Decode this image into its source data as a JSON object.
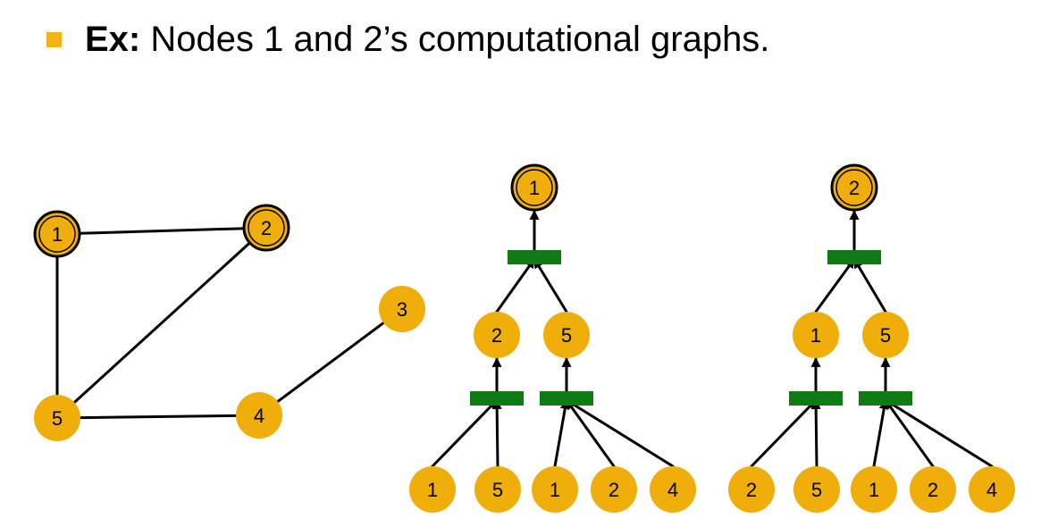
{
  "heading": {
    "prefix": "Ex:",
    "text": "Nodes 1 and 2’s computational graphs."
  },
  "colors": {
    "bullet": "#F2B21A",
    "node_fill": "#EFAE0A",
    "aggregator": "#0E7B13",
    "edge": "#000000"
  },
  "input_graph": {
    "nodes": [
      "1",
      "2",
      "3",
      "4",
      "5"
    ],
    "target_nodes": [
      "1",
      "2"
    ],
    "edges": [
      [
        "1",
        "2"
      ],
      [
        "1",
        "5"
      ],
      [
        "2",
        "5"
      ],
      [
        "5",
        "4"
      ],
      [
        "4",
        "3"
      ]
    ]
  },
  "computation_graphs": [
    {
      "target": "1",
      "level1": [
        {
          "node": "2",
          "neighbors": [
            "1",
            "5"
          ]
        },
        {
          "node": "5",
          "neighbors": [
            "1",
            "2",
            "4"
          ]
        }
      ]
    },
    {
      "target": "2",
      "level1": [
        {
          "node": "1",
          "neighbors": [
            "2",
            "5"
          ]
        },
        {
          "node": "5",
          "neighbors": [
            "1",
            "2",
            "4"
          ]
        }
      ]
    }
  ]
}
